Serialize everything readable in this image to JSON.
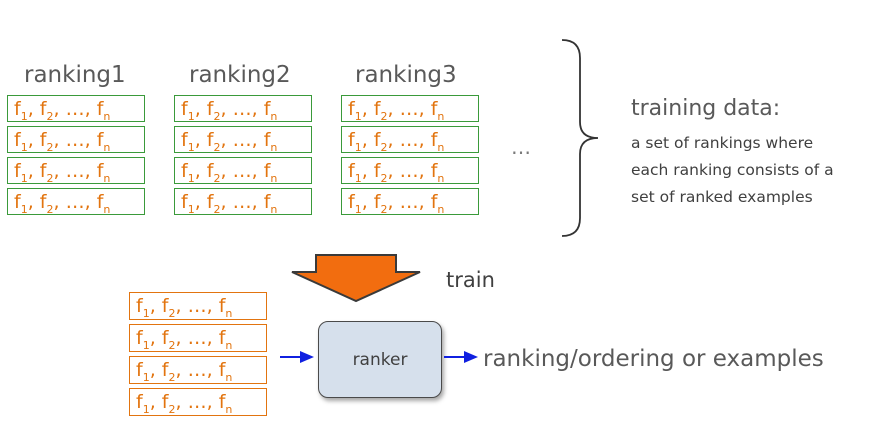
{
  "rankings": [
    {
      "title": "ranking1"
    },
    {
      "title": "ranking2"
    },
    {
      "title": "ranking3"
    }
  ],
  "feature": {
    "f": "f",
    "s1": "1",
    "s2": "2",
    "sep": ", ",
    "ellipsis": "…",
    "sn": "n"
  },
  "more": "…",
  "training": {
    "title": "training data:",
    "lines": [
      "a set of rankings where",
      "each ranking consists of a",
      "set of ranked examples"
    ]
  },
  "train_label": "train",
  "ranker_label": "ranker",
  "output_label": "ranking/ordering or examples",
  "colors": {
    "feature_text": "#e2740f",
    "green_border": "#3a9a3a",
    "arrow_fill": "#f26d0f",
    "blue_arrow": "#1020e0",
    "ranker_fill": "#d6e0ec"
  }
}
